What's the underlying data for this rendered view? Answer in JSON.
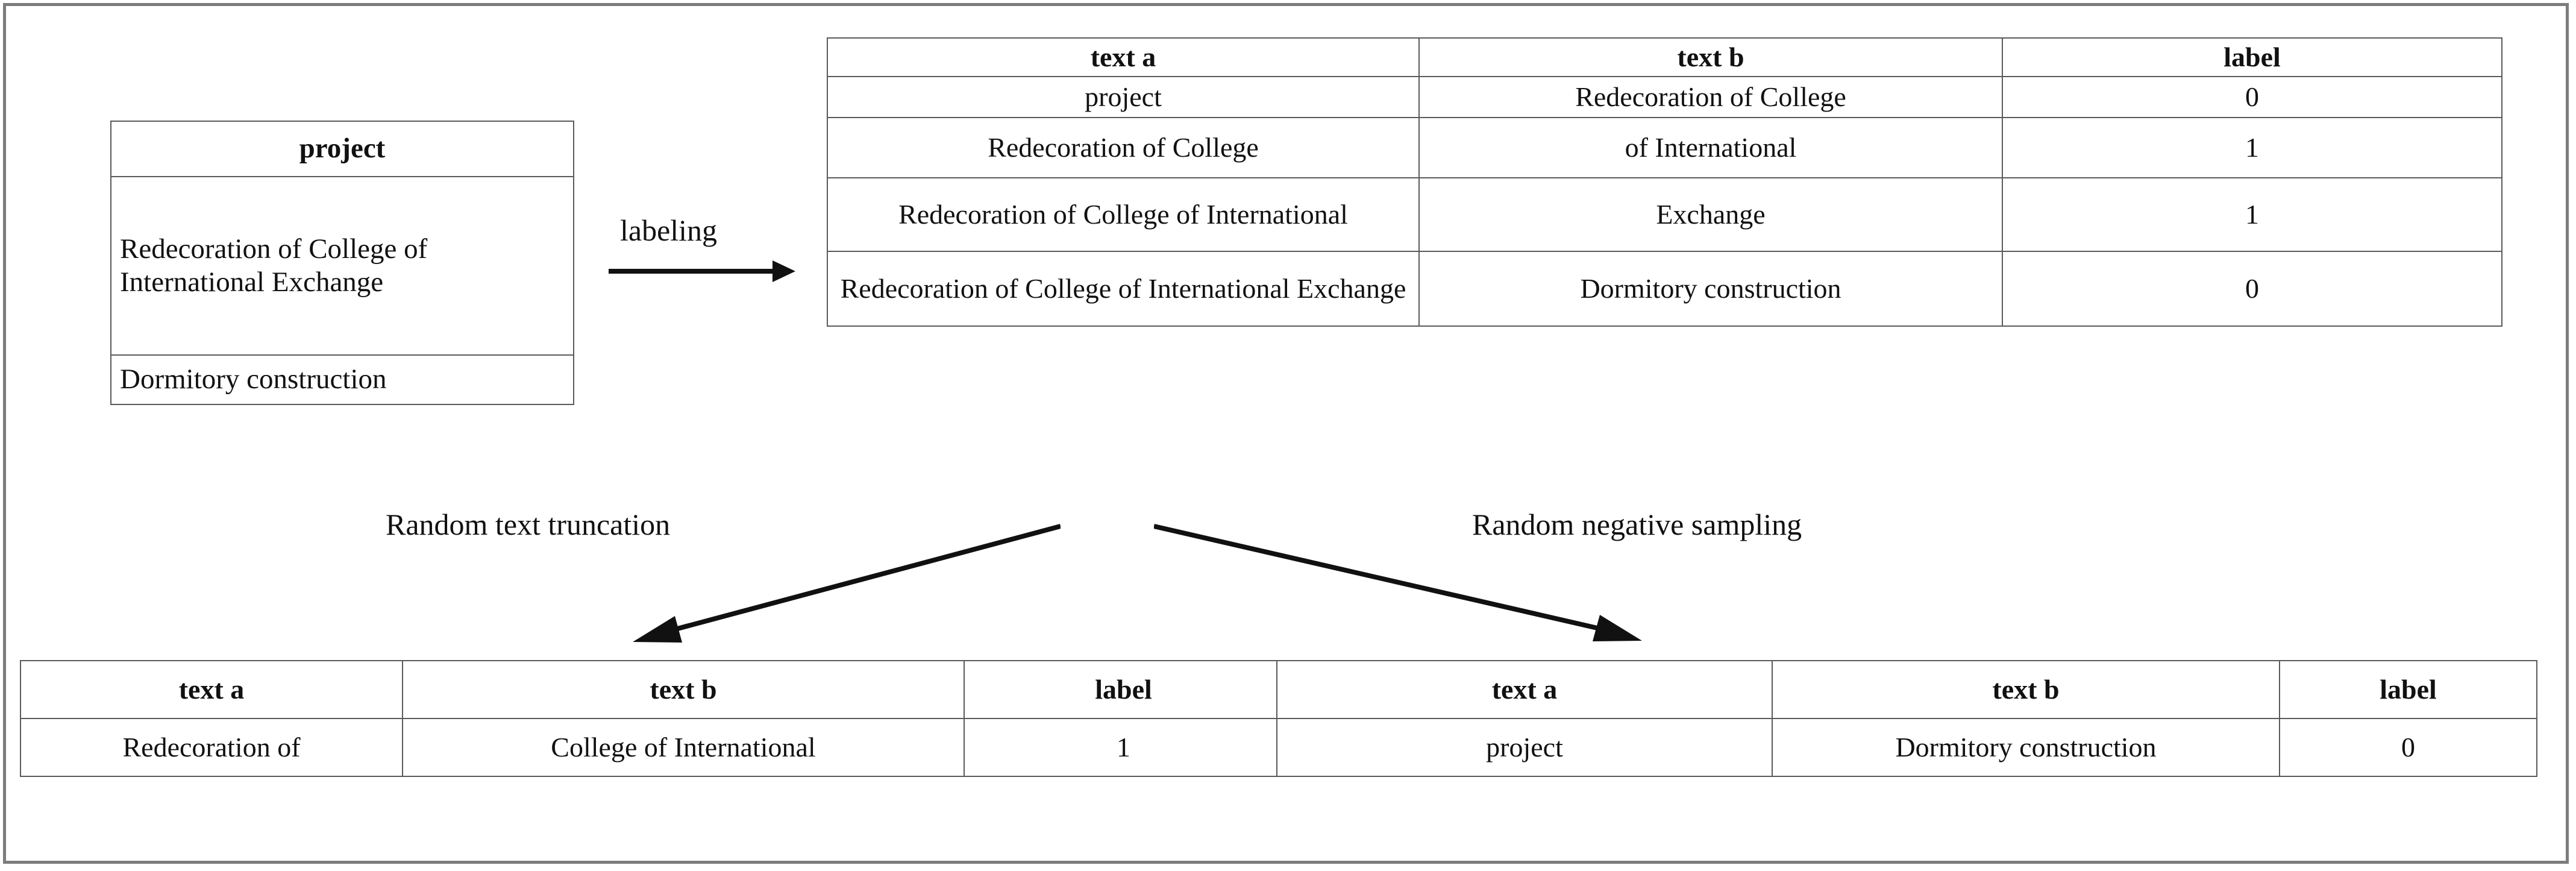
{
  "figure": {
    "title": "Data labeling and augmentation pipeline diagram",
    "border_color": "#7c7c7c",
    "table_border_color": "#5a5a5a",
    "background": "#ffffff"
  },
  "source_table": {
    "header": "project",
    "rows": [
      "Redecoration of College of International Exchange",
      "Dormitory construction"
    ]
  },
  "arrows": {
    "labeling": "labeling",
    "truncation": "Random text truncation",
    "negative_sampling": "Random negative sampling"
  },
  "main_table": {
    "headers": [
      "text a",
      "text b",
      "label"
    ],
    "rows": [
      {
        "text_a": "project",
        "text_b": "Redecoration of College",
        "label": "0"
      },
      {
        "text_a": "Redecoration of College",
        "text_b": "of International",
        "label": "1"
      },
      {
        "text_a": "Redecoration of College of International",
        "text_b": "Exchange",
        "label": "1"
      },
      {
        "text_a": "Redecoration of College of International Exchange",
        "text_b": "Dormitory construction",
        "label": "0"
      }
    ]
  },
  "truncation_table": {
    "headers": [
      "text a",
      "text b",
      "label"
    ],
    "rows": [
      {
        "text_a": "Redecoration of",
        "text_b": "College of International",
        "label": "1"
      }
    ]
  },
  "negative_table": {
    "headers": [
      "text a",
      "text b",
      "label"
    ],
    "rows": [
      {
        "text_a": "project",
        "text_b": "Dormitory construction",
        "label": "0"
      }
    ]
  }
}
